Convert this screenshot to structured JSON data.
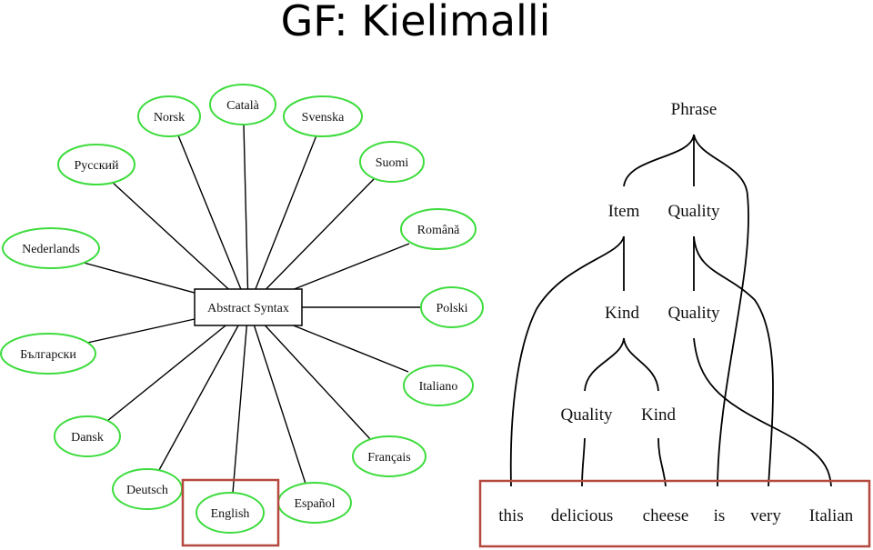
{
  "slide": {
    "title": "GF: Kielimalli"
  },
  "colors": {
    "node_outline": "#3ddc3d",
    "highlight_box": "#b5493f",
    "line": "#000000"
  },
  "abstract_syntax": {
    "label": "Abstract Syntax"
  },
  "languages": [
    {
      "key": "catala",
      "label": "Català"
    },
    {
      "key": "norsk",
      "label": "Norsk"
    },
    {
      "key": "svenska",
      "label": "Svenska"
    },
    {
      "key": "russkiy",
      "label": "Русский"
    },
    {
      "key": "suomi",
      "label": "Suomi"
    },
    {
      "key": "romana",
      "label": "Română"
    },
    {
      "key": "nederlands",
      "label": "Nederlands"
    },
    {
      "key": "polski",
      "label": "Polski"
    },
    {
      "key": "balgarski",
      "label": "Български"
    },
    {
      "key": "italiano",
      "label": "Italiano"
    },
    {
      "key": "dansk",
      "label": "Dansk"
    },
    {
      "key": "francais",
      "label": "Français"
    },
    {
      "key": "deutsch",
      "label": "Deutsch"
    },
    {
      "key": "espanol",
      "label": "Español"
    },
    {
      "key": "english",
      "label": "English"
    }
  ],
  "highlighted_language": "English",
  "parse_tree": {
    "nodes": [
      {
        "key": "phrase",
        "label": "Phrase"
      },
      {
        "key": "item",
        "label": "Item"
      },
      {
        "key": "quality1",
        "label": "Quality"
      },
      {
        "key": "kind1",
        "label": "Kind"
      },
      {
        "key": "quality2",
        "label": "Quality"
      },
      {
        "key": "quality3",
        "label": "Quality"
      },
      {
        "key": "kind2",
        "label": "Kind"
      }
    ],
    "words": [
      "this",
      "delicious",
      "cheese",
      "is",
      "very",
      "Italian"
    ]
  }
}
